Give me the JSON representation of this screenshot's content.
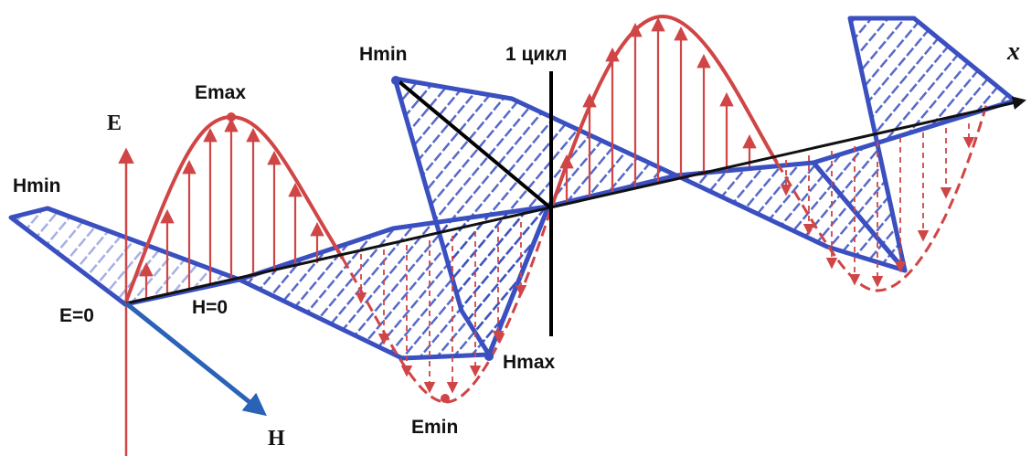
{
  "labels": {
    "axis_e": "E",
    "axis_h": "H",
    "axis_x": "x",
    "e_zero": "E=0",
    "h_zero": "H=0",
    "e_max": "Emax",
    "e_min": "Emin",
    "h_min_left": "Hmin",
    "h_min_top": "Hmin",
    "h_max": "Hmax",
    "cycle": "1 цикл"
  },
  "colors": {
    "e_field": "#d04545",
    "h_field": "#3a4fc0",
    "h_arrow": "#2a62b8",
    "axis": "#111111",
    "cycle_marker": "#000000"
  },
  "icons": {
    "e_vector": "arrow-up-icon",
    "h_vector": "arrow-down-right-icon",
    "x_axis": "arrow-right-icon"
  }
}
